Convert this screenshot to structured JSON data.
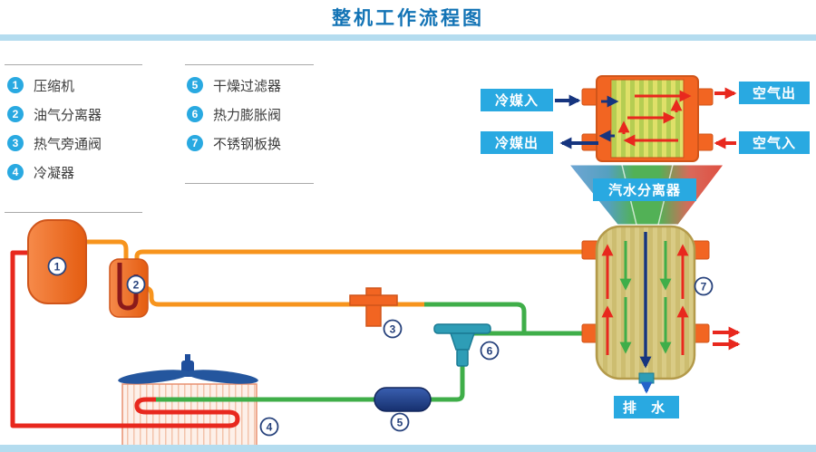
{
  "title": "整机工作流程图",
  "legend": {
    "column1": [
      {
        "num": "1",
        "label": "压缩机"
      },
      {
        "num": "2",
        "label": "油气分离器"
      },
      {
        "num": "3",
        "label": "热气旁通阀"
      },
      {
        "num": "4",
        "label": "冷凝器"
      }
    ],
    "column2": [
      {
        "num": "5",
        "label": "干燥过滤器"
      },
      {
        "num": "6",
        "label": "热力膨胀阀"
      },
      {
        "num": "7",
        "label": "不锈钢板换"
      }
    ]
  },
  "callouts": {
    "refrigerant_in": "冷媒入",
    "refrigerant_out": "冷媒出",
    "air_out": "空气出",
    "air_in": "空气入",
    "separator": "汽水分离器",
    "drain": "排 水"
  },
  "component_numbers": {
    "c1": "1",
    "c2": "2",
    "c3": "3",
    "c4": "4",
    "c5": "5",
    "c6": "6",
    "c7": "7"
  },
  "colors": {
    "accent_blue": "#29a9e1",
    "title_blue": "#1273b5",
    "divider_blue": "#b4dcef",
    "pipe_red": "#e8281e",
    "pipe_green": "#3fae49",
    "pipe_orange": "#f7941d",
    "navy": "#16357f",
    "component_orange": "#f26522",
    "vessel_tan": "#d9cb85",
    "valve_teal": "#2e9db6"
  }
}
